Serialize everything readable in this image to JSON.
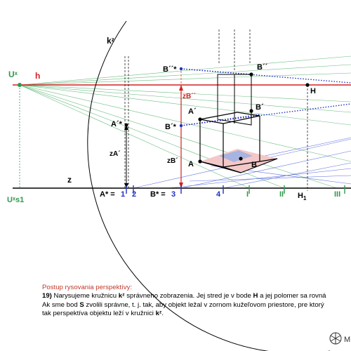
{
  "labels": {
    "kz": "kᶻ",
    "ux": "Uˣ",
    "h": "h",
    "ux_s1": "Uˣs1",
    "z": "z",
    "H": "H",
    "H1": "H",
    "H1_sub": "1",
    "B_dd_star": "B´´*",
    "B_dd": "B´´",
    "zB_dd": "zB´´",
    "A_d": "A´",
    "B_d": "B´",
    "A_d_star": "A´*",
    "B_d_star": "B´*",
    "zA_d": "zA´",
    "zB_d": "zB´",
    "A": "A",
    "B": "B",
    "A_star": "A* =",
    "B_star": "B* =",
    "n1": "1",
    "n2": "2",
    "n3": "3",
    "n4": "4",
    "rI": "I",
    "rII": "II",
    "rIII": "III"
  },
  "caption": {
    "heading": "Postup rysovania perspektívy:",
    "step_num": "19)",
    "line1_a": " Narysujeme kružnicu ",
    "line1_k": "kᶻ",
    "line1_b": " správneho zobrazenia. Jej stred je v bode ",
    "line1_H": "H",
    "line1_c": " a jej polomer sa rovná",
    "line2_a": "Ak sme bod ",
    "line2_S": "S",
    "line2_b": " zvolili správne, t. j. tak, aby objekt ležal v zornom kužeľovom priestore, pre ktorý",
    "line3_a": "tak perspektíva objektu leží v kružnici ",
    "line3_k": "kᶻ",
    "line3_b": "."
  },
  "logo": {
    "text": "M"
  },
  "colors": {
    "red": "#d42020",
    "green": "#2e9a4a",
    "blue": "#2030c0",
    "black": "#000000",
    "shade_pink": "#f4c8c8",
    "shade_blue": "#a8b4e0"
  }
}
